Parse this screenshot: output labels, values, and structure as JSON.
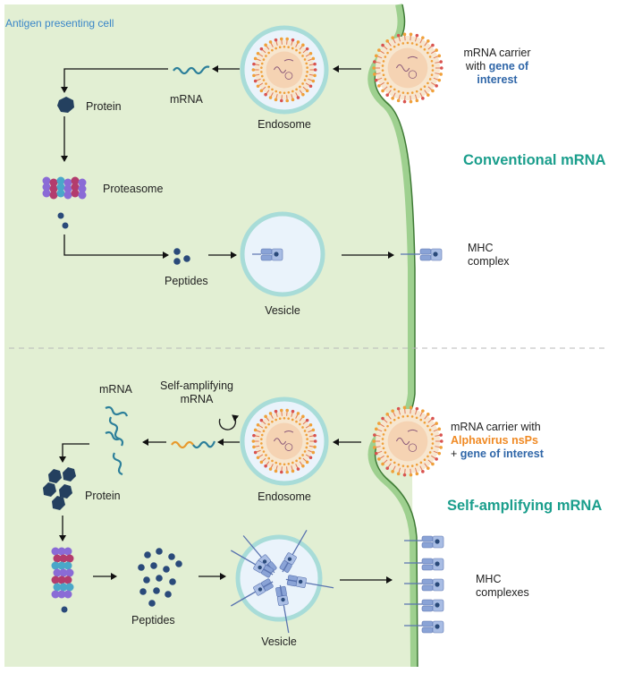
{
  "colors": {
    "cell_fill": "#e2efd3",
    "membrane": "#9ed08f",
    "membrane_dark": "#3f7a36",
    "section_title": "#1a9e8c",
    "cell_label": "#3a86c8",
    "gene_of_interest": "#2f66a8",
    "alphavirus": "#f08a24",
    "arrow": "#111111",
    "peptide": "#2a4a7a",
    "protein": "#24405f",
    "mhc": "#8aa3d6",
    "vesicle_ring": "#a8dcd8",
    "vesicle_fill": "#eaf3fb",
    "carrier_orange": "#f0a03a",
    "carrier_core": "#f3c7a0",
    "rna_teal": "#2c7f9a",
    "rna_orange": "#e79a2e"
  },
  "cell_label": "Antigen presenting cell",
  "conventional": {
    "title": "Conventional mRNA",
    "carrier_label_1": "mRNA carrier",
    "carrier_label_2a": "with ",
    "carrier_label_2b": "gene of",
    "carrier_label_3": "interest",
    "endosome": "Endosome",
    "mrna": "mRNA",
    "protein": "Protein",
    "proteasome": "Proteasome",
    "peptides": "Peptides",
    "vesicle": "Vesicle",
    "mhc_1": "MHC",
    "mhc_2": "complex"
  },
  "self_amplifying": {
    "title": "Self-amplifying mRNA",
    "carrier_label_1": "mRNA carrier with",
    "carrier_label_2": "Alphavirus nsPs",
    "carrier_label_3a": "+ ",
    "carrier_label_3b": "gene of interest",
    "endosome": "Endosome",
    "mrna": "mRNA",
    "samrna_1": "Self-amplifying",
    "samrna_2": "mRNA",
    "protein": "Protein",
    "peptides": "Peptides",
    "vesicle": "Vesicle",
    "mhc_1": "MHC",
    "mhc_2": "complexes"
  }
}
